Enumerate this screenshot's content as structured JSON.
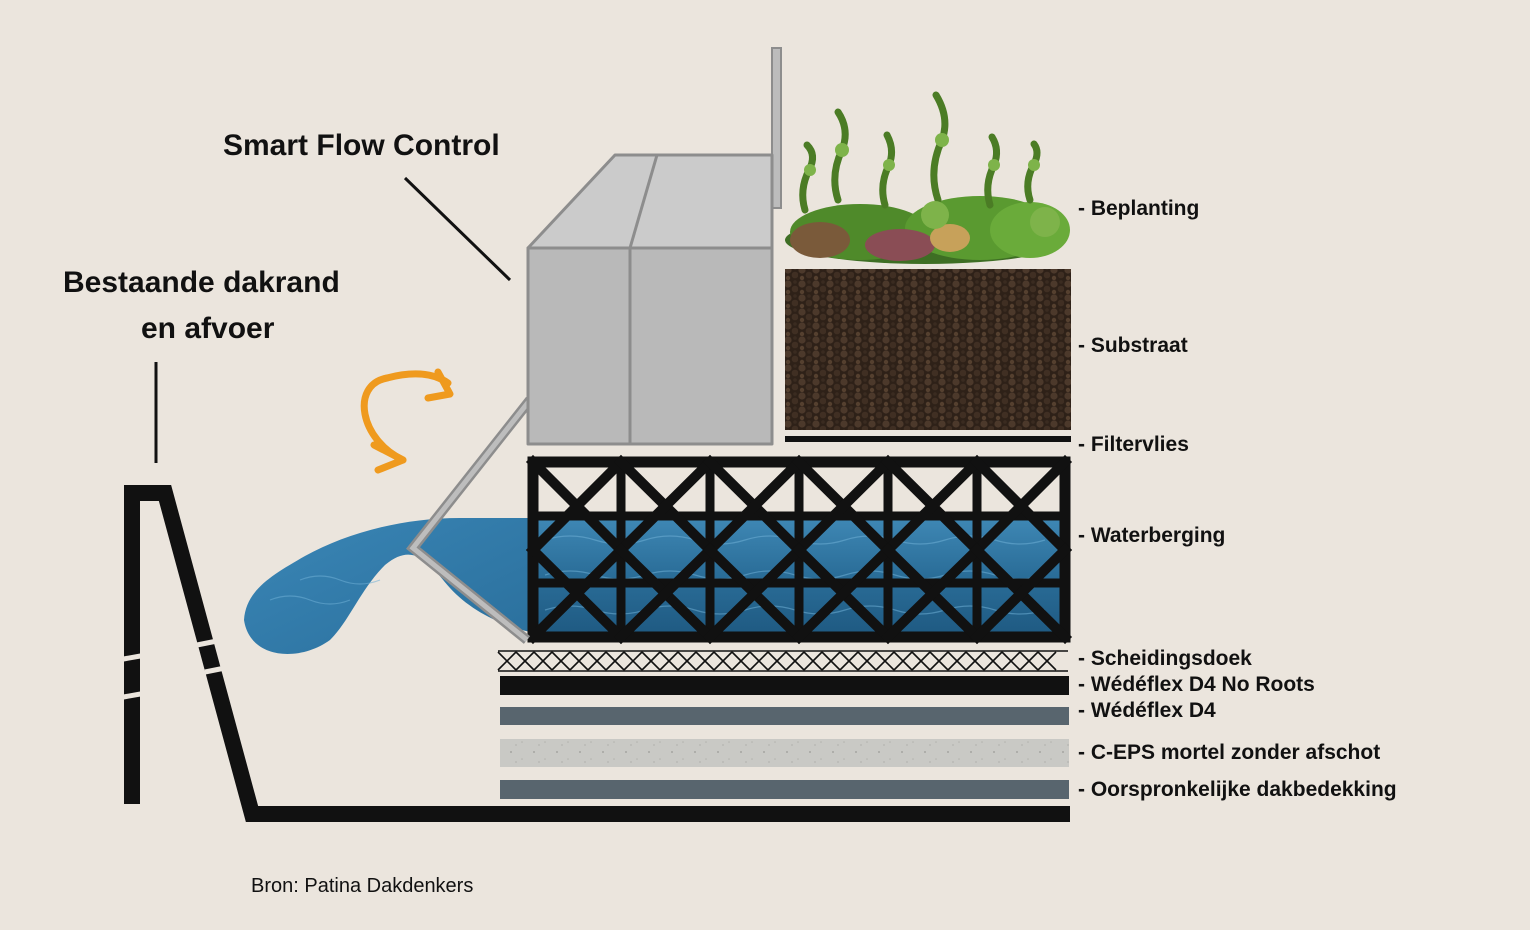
{
  "callouts": {
    "smart_flow_control": "Smart Flow Control",
    "roof_edge_line1": "Bestaande dakrand",
    "roof_edge_line2": "en afvoer"
  },
  "layers": [
    "- Beplanting",
    "- Substraat",
    "- Filtervlies",
    "- Waterberging",
    "- Scheidingsdoek",
    "- Wédéflex D4 No Roots",
    "- Wédéflex D4",
    "- C-EPS mortel zonder afschot",
    "- Oorspronkelijke dakbedekking"
  ],
  "source": "Bron: Patina Dakdenkers",
  "colors": {
    "background": "#ebe5dd",
    "structure": "#111111",
    "flow_control_box": "#b9b9b9",
    "water": "#2e6f9a",
    "substrate": "#3a2a1f",
    "membrane": "#58656e",
    "mortar": "#c8c8c4",
    "flow_arrow": "#ef9a1e",
    "plants": "#4f8a2a"
  }
}
